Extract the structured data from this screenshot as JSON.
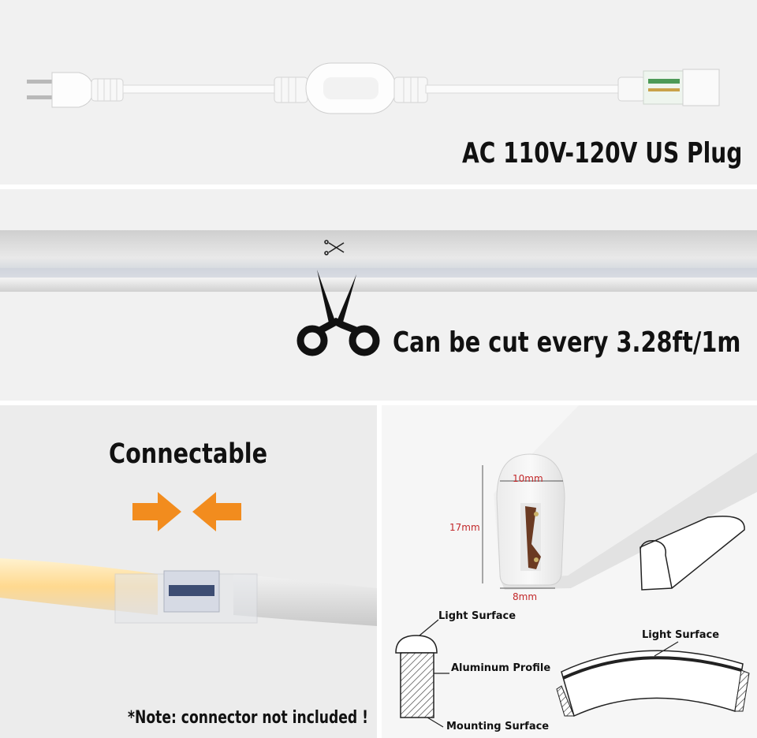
{
  "plug_panel": {
    "title": "AC 110V-120V US Plug"
  },
  "cut_panel": {
    "title": "Can be cut every 3.28ft/1m"
  },
  "connect_panel": {
    "title": "Connectable",
    "note": "*Note: connector not included !"
  },
  "dimension_panel": {
    "width_top": "10mm",
    "height": "17mm",
    "width_bottom": "8mm",
    "label_light_surface_1": "Light Surface",
    "label_aluminum_profile": "Aluminum Profile",
    "label_mounting_surface": "Mounting Surface",
    "label_light_surface_2": "Light Surface"
  },
  "colors": {
    "arrow": "#f28c1e",
    "warm_light": "#ffe3a3",
    "dimension_red": "#c2282a"
  }
}
